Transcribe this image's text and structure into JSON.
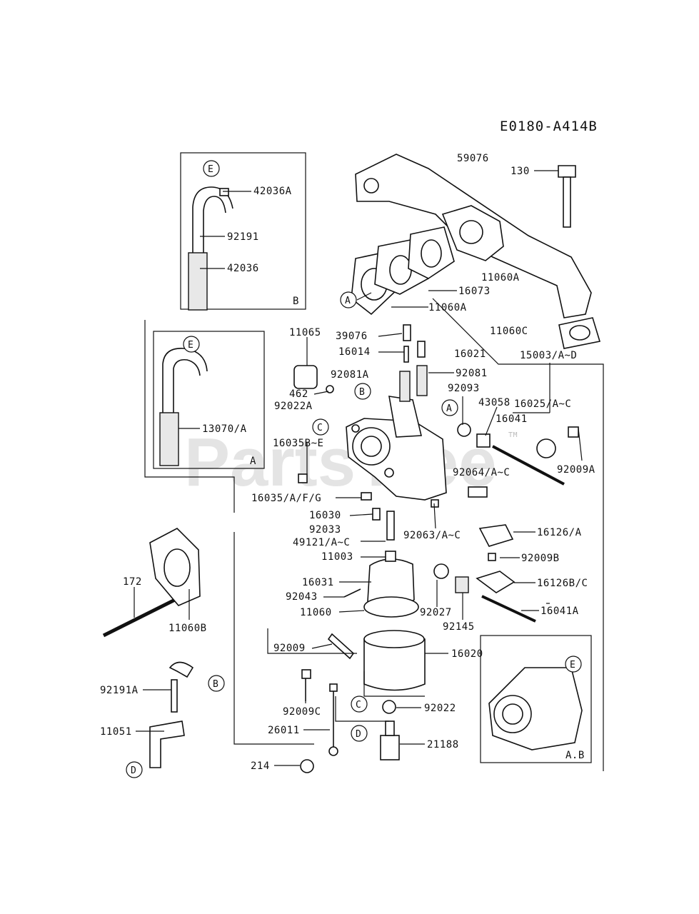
{
  "diagram_code": "E0180-A414B",
  "watermark": "PartsTree",
  "watermark_tm": "TM",
  "inset_labels": {
    "box_b": "B",
    "box_a": "A",
    "box_ab": "A.B"
  },
  "callout_letters": {
    "a": "A",
    "b": "B",
    "c": "C",
    "d": "D",
    "e": "E"
  },
  "part_labels": {
    "p59076": "59076",
    "p130": "130",
    "p11060A": "11060A",
    "p16073": "16073",
    "p11060A_2": "11060A",
    "p11060C": "11060C",
    "p15003": "15003/A~D",
    "p42036A": "42036A",
    "p92191": "92191",
    "p42036": "42036",
    "p11065": "11065",
    "p39076": "39076",
    "p16014": "16014",
    "p16021": "16021",
    "p92081A": "92081A",
    "p92081": "92081",
    "p92093": "92093",
    "p43058": "43058",
    "p16025": "16025/A~C",
    "p16041": "16041",
    "p462": "462",
    "p92022A": "92022A",
    "p13070": "13070/A",
    "p16035B": "16035B~E",
    "p92064": "92064/A~C",
    "p92009A": "92009A",
    "p16035A": "16035/A/F/G",
    "p16030": "16030",
    "p92033": "92033",
    "p49121": "49121/A~C",
    "p92063": "92063/A~C",
    "p16126A": "16126/A",
    "p11003": "11003",
    "p92009B": "92009B",
    "p16031": "16031",
    "p16126B": "16126B/C",
    "p92043": "92043",
    "p11060": "11060",
    "p92027": "92027",
    "p16041A": "16041A",
    "p92145": "92145",
    "p172": "172",
    "p11060B": "11060B",
    "p92009": "92009",
    "p16020": "16020",
    "p92191A": "92191A",
    "p92009C": "92009C",
    "p92022": "92022",
    "p11051": "11051",
    "p26011": "26011",
    "p21188": "21188",
    "p214": "214"
  }
}
